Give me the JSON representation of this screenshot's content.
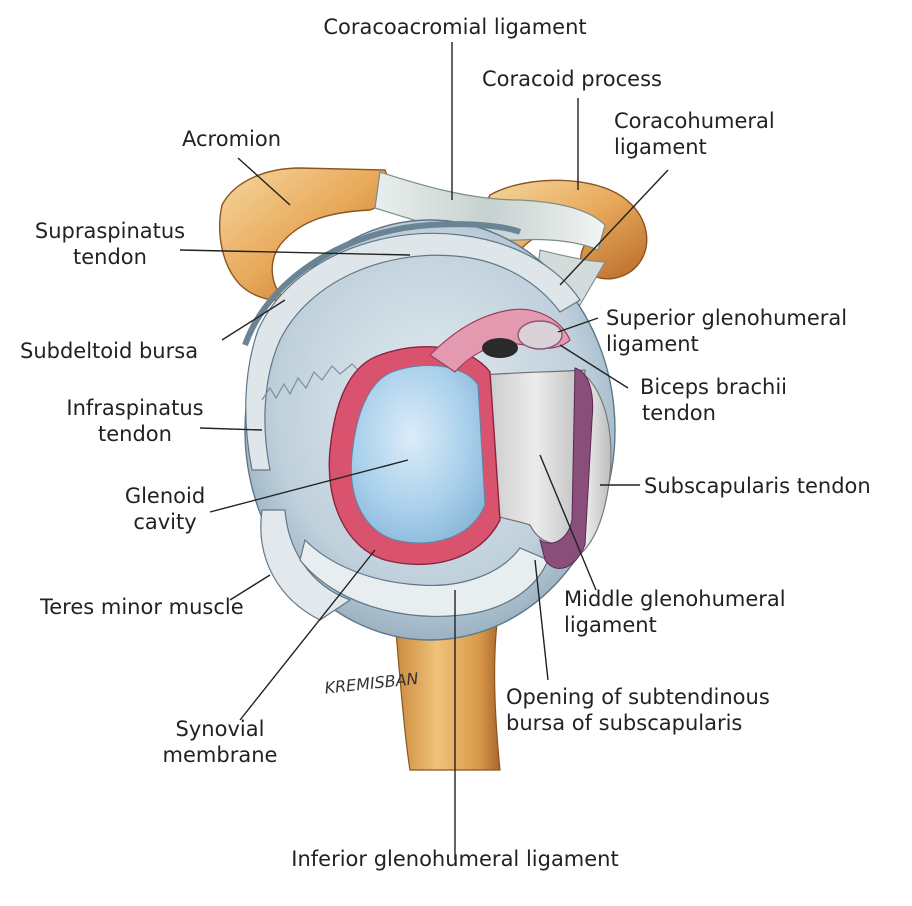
{
  "labels": {
    "coracoacromial_ligament": "Coracoacromial ligament",
    "coracoid_process": "Coracoid process",
    "acromion": "Acromion",
    "coracohumeral_ligament": [
      "Coracohumeral",
      "ligament"
    ],
    "supraspinatus_tendon": [
      "Supraspinatus",
      "tendon"
    ],
    "superior_glenohumeral_ligament": [
      "Superior glenohumeral",
      "ligament"
    ],
    "subdeltoid_bursa": "Subdeltoid bursa",
    "biceps_brachii_tendon": [
      "Biceps brachii",
      "tendon"
    ],
    "infraspinatus_tendon": [
      "Infraspinatus",
      "tendon"
    ],
    "subscapularis_tendon": "Subscapularis tendon",
    "glenoid_cavity": [
      "Glenoid",
      "cavity"
    ],
    "teres_minor_muscle": "Teres minor muscle",
    "middle_glenohumeral_ligament": [
      "Middle glenohumeral",
      "ligament"
    ],
    "opening_subtendinous_bursa": [
      "Opening of subtendinous",
      "bursa of subscapularis"
    ],
    "synovial_membrane": [
      "Synovial",
      "membrane"
    ],
    "inferior_glenohumeral_ligament": "Inferior glenohumeral ligament"
  },
  "colors": {
    "bone": "#e8a95a",
    "bone_light": "#f3d39c",
    "ligament": "#cfd8d6",
    "capsule": "#b9c9d6",
    "cartilage": "#a9d2ee",
    "labrum": "#d9536f",
    "biceps": "#d98aa3",
    "leader": "#222222"
  },
  "artist_signature": "KREMISBAN"
}
